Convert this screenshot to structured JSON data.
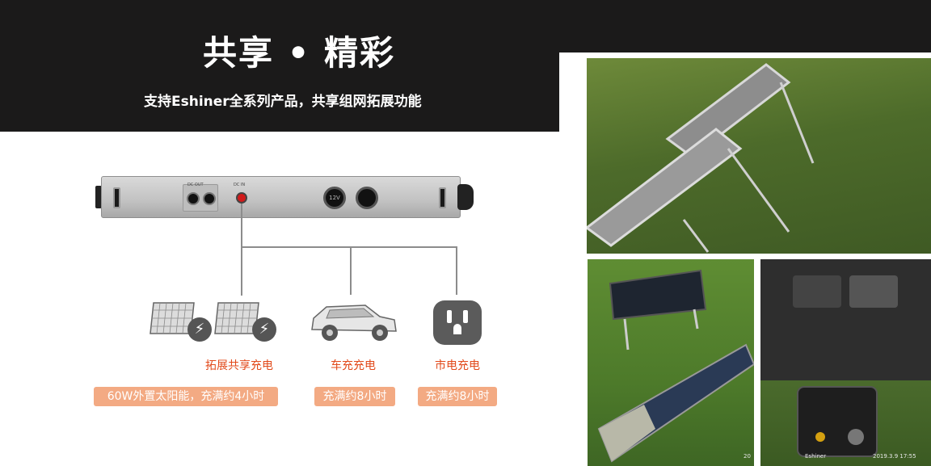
{
  "header": {
    "title": "共享 • 精彩",
    "subtitle": "支持Eshiner全系列产品，共享组网拓展功能"
  },
  "device": {
    "dc_out_label": "DC OUT",
    "dc_in_label": "DC IN",
    "car_port_label": "12V"
  },
  "channels": [
    {
      "label": "拓展共享充电",
      "pill": "60W外置太阳能，充满约4小时"
    },
    {
      "label": "车充充电",
      "pill": "充满约8小时"
    },
    {
      "label": "市电充电",
      "pill": "充满约8小时"
    }
  ],
  "photos": {
    "stamp_1": "20",
    "stamp_2": "2019.3.9 17:55",
    "brand": "Eshiner"
  },
  "colors": {
    "band": "#1b1a1a",
    "accent": "#e24a1b",
    "pill": "#f3aa83"
  }
}
